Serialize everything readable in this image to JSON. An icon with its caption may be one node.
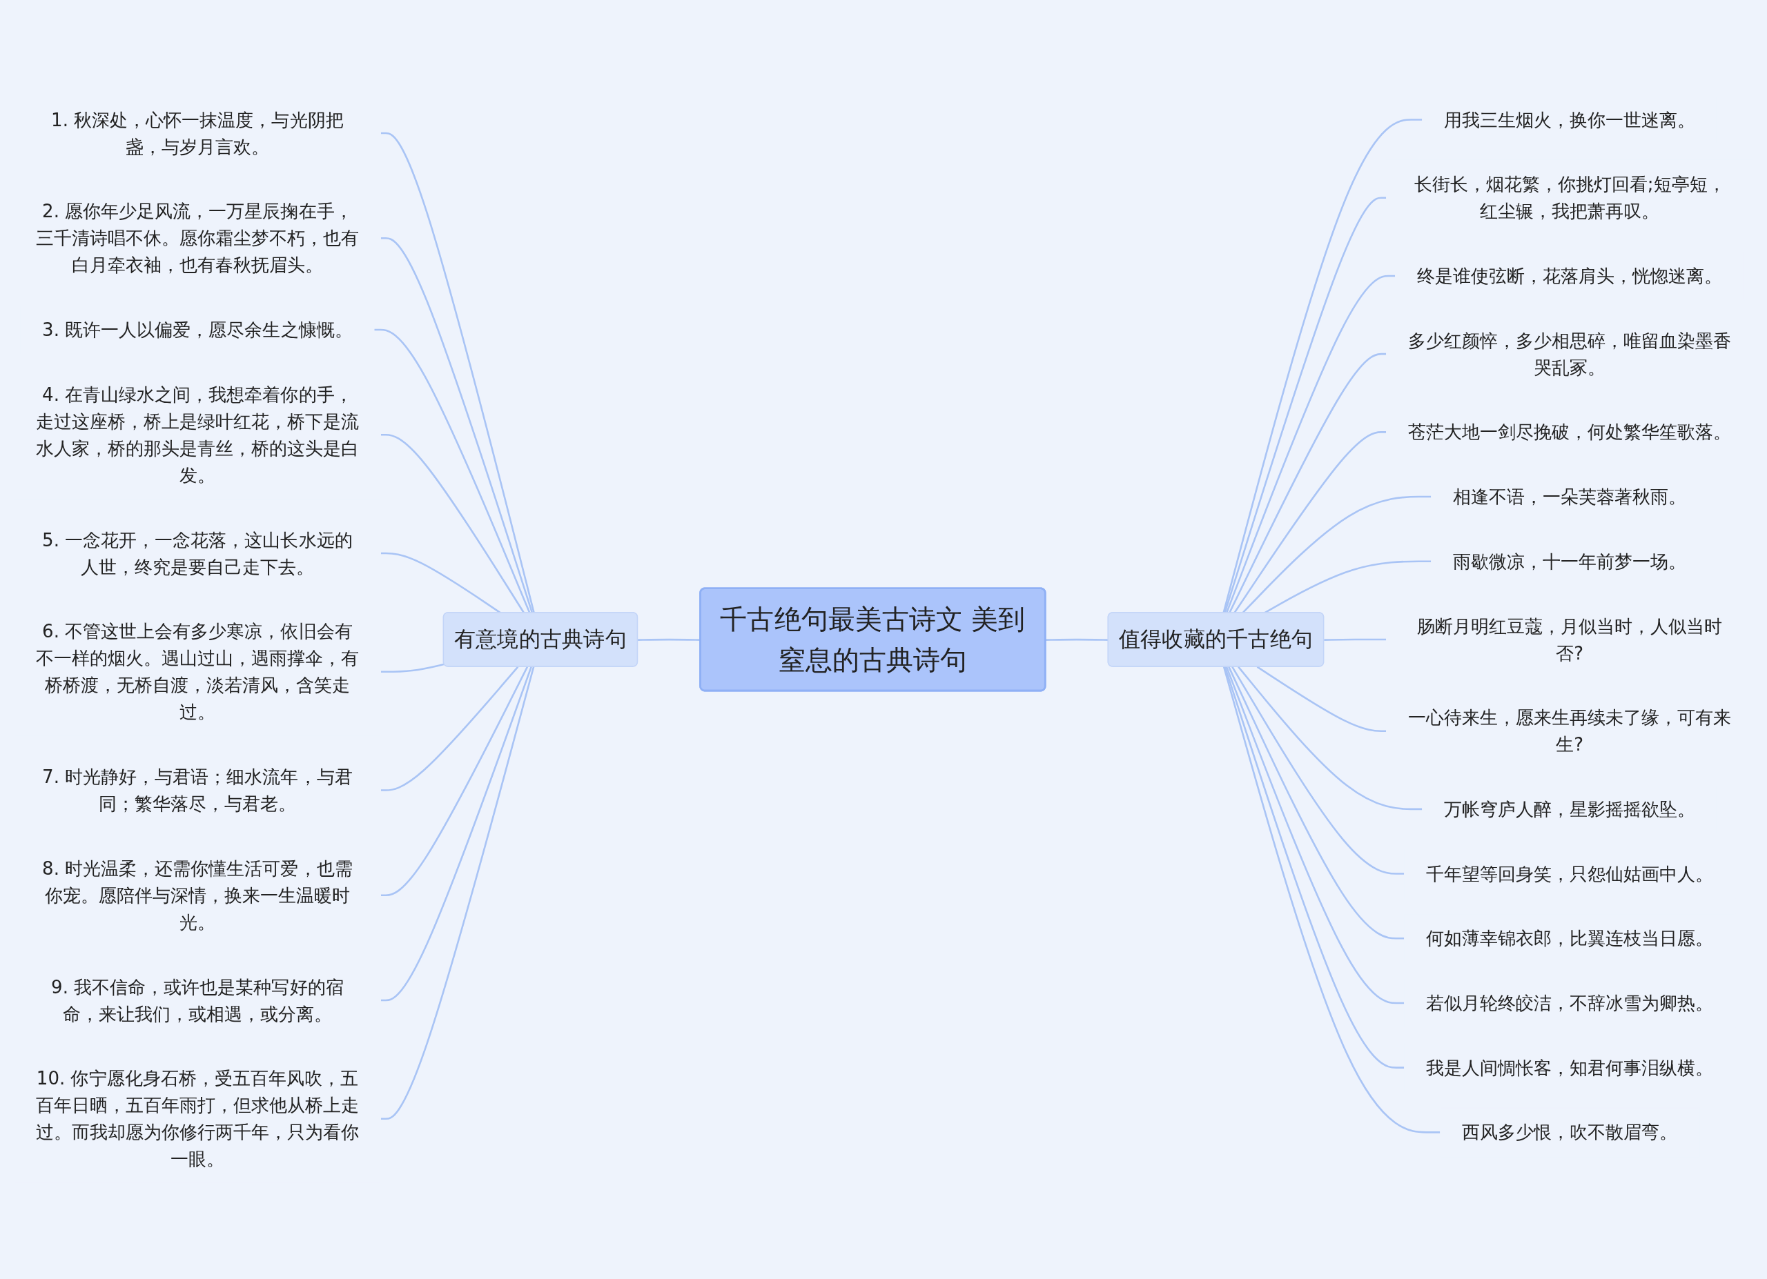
{
  "diagram": {
    "nodes": [
      {
        "text": [
          "千古绝句最美古诗文 美到窒息的古典诗句"
        ]
      },
      {
        "text": [
          "有意境的古典诗句"
        ]
      },
      {
        "text": [
          "1. 秋深处，心怀一抹温度，与光阴把盏，与岁月言欢。"
        ]
      },
      {
        "text": [
          "2. 愿你年少足风流，一万星辰掬在手，三千清诗唱不休。愿你霜尘梦不朽，也有白月牵衣袖，也有春秋抚眉头。"
        ]
      },
      {
        "text": [
          "3. 既许一人以偏爱，愿尽余生之慷慨。"
        ]
      },
      {
        "text": [
          "4. 在青山绿水之间，我想牵着你的手，走过这座桥，桥上是绿叶红花，桥下是流水人家，桥的那头是青丝，桥的这头是白发。"
        ]
      },
      {
        "text": [
          "5. 一念花开，一念花落，这山长水远的人世，终究是要自己走下去。"
        ]
      },
      {
        "text": [
          "6. 不管这世上会有多少寒凉，依旧会有不一样的烟火。遇山过山，遇雨撑伞，有桥桥渡，无桥自渡，淡若清风，含笑走过。"
        ]
      },
      {
        "text": [
          "7. 时光静好，与君语；细水流年，与君同；繁华落尽，与君老。"
        ]
      },
      {
        "text": [
          "8. 时光温柔，还需你懂生活可爱，也需你宠。愿陪伴与深情，换来一生温暖时光。"
        ]
      },
      {
        "text": [
          "9. 我不信命，或许也是某种写好的宿命，来让我们，或相遇，或分离。"
        ]
      },
      {
        "text": [
          "10. 你宁愿化身石桥，受五百年风吹，五百年日晒，五百年雨打，但求他从桥上走过。而我却愿为你修行两千年，只为看你一眼。"
        ]
      },
      {
        "text": [
          "值得收藏的千古绝句"
        ]
      },
      {
        "text": [
          "用我三生烟火，换你一世迷离。"
        ]
      },
      {
        "text": [
          "长街长，烟花繁，你挑灯回看;短亭短，红尘辗，我把萧再叹。"
        ]
      },
      {
        "text": [
          "终是谁使弦断，花落肩头，恍惚迷离。"
        ]
      },
      {
        "text": [
          "多少红颜悴，多少相思碎，唯留血染墨香哭乱冢。"
        ]
      },
      {
        "text": [
          "苍茫大地一剑尽挽破，何处繁华笙歌落。"
        ]
      },
      {
        "text": [
          "相逢不语，一朵芙蓉著秋雨。"
        ]
      },
      {
        "text": [
          "雨歇微凉，十一年前梦一场。"
        ]
      },
      {
        "text": [
          "肠断月明红豆蔻，月似当时，人似当时否?"
        ]
      },
      {
        "text": [
          "一心待来生，愿来生再续未了缘，可有来生?"
        ]
      },
      {
        "text": [
          "万帐穹庐人醉，星影摇摇欲坠。"
        ]
      },
      {
        "text": [
          "千年望等回身笑，只怨仙姑画中人。"
        ]
      },
      {
        "text": [
          "何如薄幸锦衣郎，比翼连枝当日愿。"
        ]
      },
      {
        "text": [
          "若似月轮终皎洁，不辞冰雪为卿热。"
        ]
      },
      {
        "text": [
          "我是人间惆怅客，知君何事泪纵横。"
        ]
      },
      {
        "text": [
          "西风多少恨，吹不散眉弯。"
        ]
      }
    ],
    "edges": [
      {
        "from": 0,
        "to": 1,
        "arrow": "none"
      },
      {
        "from": 1,
        "to": 2,
        "arrow": "none"
      },
      {
        "from": 1,
        "to": 3,
        "arrow": "none"
      },
      {
        "from": 1,
        "to": 4,
        "arrow": "none"
      },
      {
        "from": 1,
        "to": 5,
        "arrow": "none"
      },
      {
        "from": 1,
        "to": 6,
        "arrow": "none"
      },
      {
        "from": 1,
        "to": 7,
        "arrow": "none"
      },
      {
        "from": 1,
        "to": 8,
        "arrow": "none"
      },
      {
        "from": 1,
        "to": 9,
        "arrow": "none"
      },
      {
        "from": 1,
        "to": 10,
        "arrow": "none"
      },
      {
        "from": 1,
        "to": 11,
        "arrow": "none"
      },
      {
        "from": 0,
        "to": 12,
        "arrow": "none"
      },
      {
        "from": 12,
        "to": 13,
        "arrow": "none"
      },
      {
        "from": 12,
        "to": 14,
        "arrow": "none"
      },
      {
        "from": 12,
        "to": 15,
        "arrow": "none"
      },
      {
        "from": 12,
        "to": 16,
        "arrow": "none"
      },
      {
        "from": 12,
        "to": 17,
        "arrow": "none"
      },
      {
        "from": 12,
        "to": 18,
        "arrow": "none"
      },
      {
        "from": 12,
        "to": 19,
        "arrow": "none"
      },
      {
        "from": 12,
        "to": 20,
        "arrow": "none"
      },
      {
        "from": 12,
        "to": 21,
        "arrow": "none"
      },
      {
        "from": 12,
        "to": 22,
        "arrow": "none"
      },
      {
        "from": 12,
        "to": 23,
        "arrow": "none"
      },
      {
        "from": 12,
        "to": 24,
        "arrow": "none"
      },
      {
        "from": 12,
        "to": 25,
        "arrow": "none"
      },
      {
        "from": 12,
        "to": 26,
        "arrow": "none"
      },
      {
        "from": 12,
        "to": 27,
        "arrow": "none"
      }
    ]
  }
}
